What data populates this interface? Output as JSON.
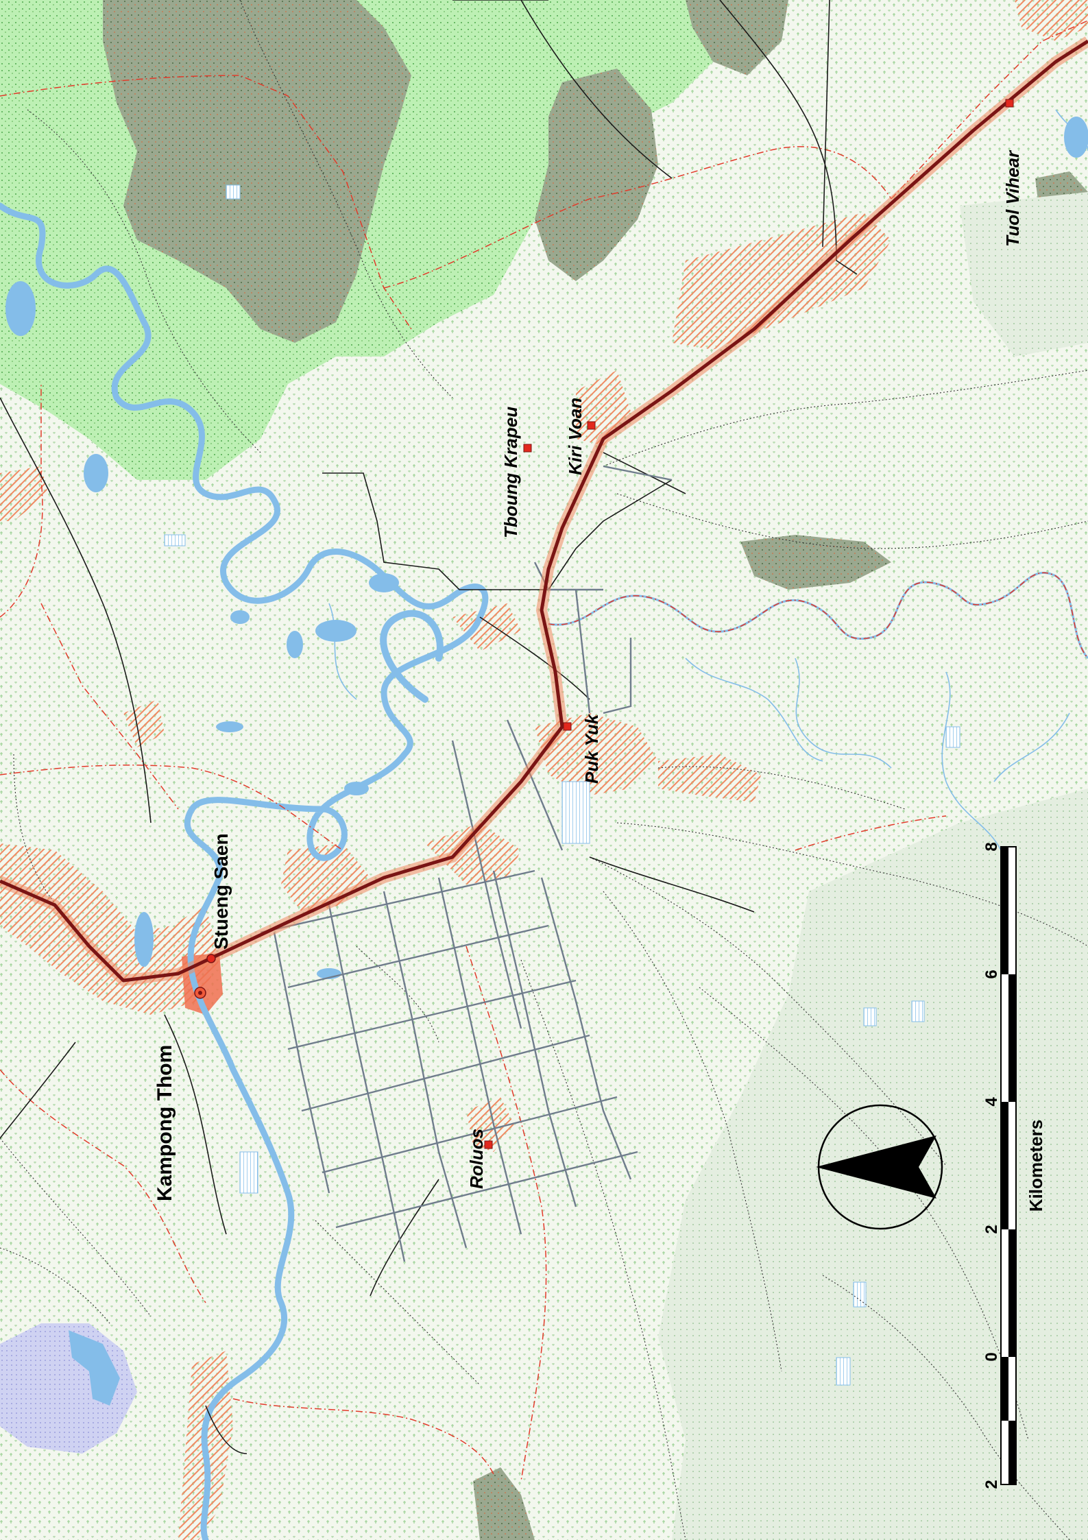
{
  "map": {
    "places": {
      "kampong_thom": "Kampong Thom",
      "stueng_saen": "Stueng Saen",
      "roluos": "Roluos",
      "puk_yuk": "Puk Yuk",
      "tboung_krapeu": "Tboung Krapeu",
      "kiri_voan": "Kiri Voan",
      "tuol_vihear": "Tuol Vihear"
    },
    "scale_bar": {
      "unit_label": "Kilometers",
      "ticks": [
        "2",
        "0",
        "2",
        "4",
        "6",
        "8"
      ]
    },
    "north_arrow": {
      "icon": "north-arrow-icon"
    },
    "colors": {
      "river": "#84bde9",
      "highway": "#7a1414",
      "settlement": "#f08a62",
      "town_center": "#f05a3a",
      "forest": "#b6f0b0",
      "dense_forest": "#8fa488",
      "grassland": "#e6eee0",
      "marker": "#e2281e",
      "boundary": "#e23a2a",
      "irrigation": "#6f7c8c"
    }
  }
}
